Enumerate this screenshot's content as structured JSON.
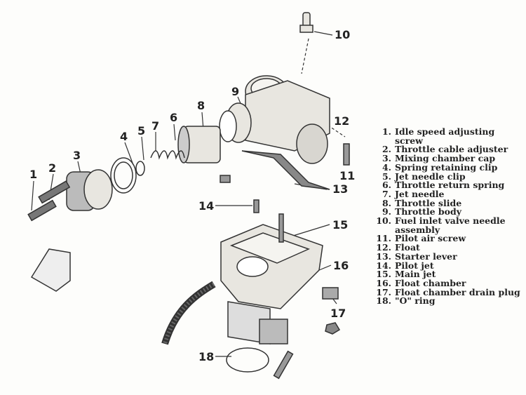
{
  "callouts": [
    "1",
    "2",
    "3",
    "4",
    "5",
    "6",
    "7",
    "8",
    "9",
    "10",
    "11",
    "12",
    "13",
    "14",
    "15",
    "16",
    "17",
    "18"
  ],
  "legend": [
    {
      "n": "1.",
      "t": "Idle speed adjusting screw"
    },
    {
      "n": "2.",
      "t": "Throttle cable adjuster"
    },
    {
      "n": "3.",
      "t": "Mixing chamber cap"
    },
    {
      "n": "4.",
      "t": "Spring retaining clip"
    },
    {
      "n": "5.",
      "t": "Jet needle clip"
    },
    {
      "n": "6.",
      "t": "Throttle return spring"
    },
    {
      "n": "7.",
      "t": "Jet needle"
    },
    {
      "n": "8.",
      "t": "Throttle slide"
    },
    {
      "n": "9.",
      "t": "Throttle body"
    },
    {
      "n": "10.",
      "t": "Fuel inlet valve needle assembly"
    },
    {
      "n": "11.",
      "t": "Pilot air screw"
    },
    {
      "n": "12.",
      "t": "Float"
    },
    {
      "n": "13.",
      "t": "Starter lever"
    },
    {
      "n": "14.",
      "t": "Pilot jet"
    },
    {
      "n": "15.",
      "t": "Main jet"
    },
    {
      "n": "16.",
      "t": "Float chamber"
    },
    {
      "n": "17.",
      "t": "Float chamber drain plug"
    },
    {
      "n": "18.",
      "t": "\"O\" ring"
    }
  ]
}
